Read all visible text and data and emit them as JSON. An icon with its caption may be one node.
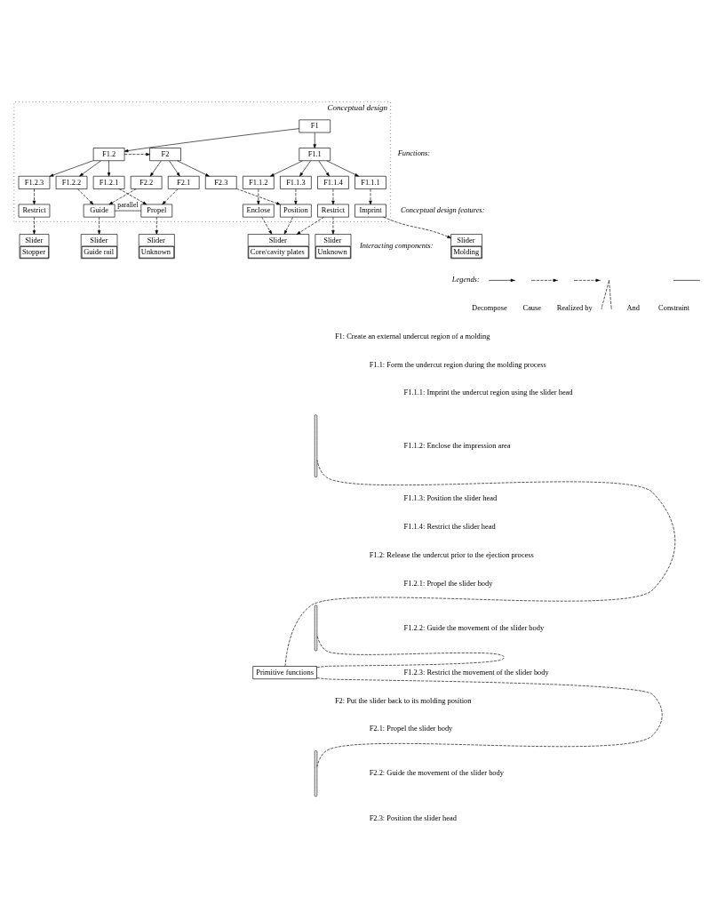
{
  "diagram": {
    "nodes": [
      {
        "text": [
          "Conceptual design"
        ]
      },
      {
        "text": [
          "F1"
        ],
        "in": 0
      },
      {
        "text": [
          "F1.1"
        ],
        "in": 0
      },
      {
        "text": [
          "F1.2"
        ],
        "in": 0
      },
      {
        "text": [
          "F2"
        ],
        "in": 0
      },
      {
        "text": [
          "F1.1.1"
        ],
        "in": 0
      },
      {
        "text": [
          "F1.1.2"
        ],
        "in": 0
      },
      {
        "text": [
          "F1.1.3"
        ],
        "in": 0
      },
      {
        "text": [
          "F1.1.4"
        ],
        "in": 0
      },
      {
        "text": [
          "F1.2.1"
        ],
        "in": 0
      },
      {
        "text": [
          "F1.2.2"
        ],
        "in": 0
      },
      {
        "text": [
          "F1.2.3"
        ],
        "in": 0
      },
      {
        "text": [
          "F2.1"
        ],
        "in": 0
      },
      {
        "text": [
          "F2.2"
        ],
        "in": 0
      },
      {
        "text": [
          "F2.3"
        ],
        "in": 0
      },
      {
        "text": [
          "Imprint"
        ],
        "in": 0
      },
      {
        "text": [
          "Enclose"
        ],
        "in": 0
      },
      {
        "text": [
          "Position"
        ],
        "in": 0
      },
      {
        "text": [
          "Restrict"
        ],
        "in": 0
      },
      {
        "text": [
          "Propel"
        ],
        "in": 0
      },
      {
        "text": [
          "Guide"
        ],
        "in": 0
      },
      {
        "text": [
          "Restrict"
        ],
        "in": 0
      },
      {
        "text": [
          "Slider",
          "Molding"
        ]
      },
      {
        "text": [
          "Slider",
          "Core/cavity plates"
        ]
      },
      {
        "text": [
          "Slider",
          "Unknown"
        ]
      },
      {
        "text": [
          "Slider",
          "Unknown"
        ]
      },
      {
        "text": [
          "Slider",
          "Guide rail"
        ]
      },
      {
        "text": [
          "Slider",
          "Stopper"
        ]
      },
      {
        "text": [
          "Primitive functions"
        ]
      },
      {
        "text": [],
        "shape": "bracket"
      },
      {
        "text": [],
        "shape": "bracket"
      },
      {
        "text": [],
        "shape": "bracket"
      }
    ],
    "edges": [
      {
        "from": 1,
        "to": 2,
        "arrow": "to"
      },
      {
        "from": 1,
        "to": 3,
        "arrow": "to"
      },
      {
        "from": 3,
        "to": 4,
        "arrow": "to",
        "style": "dashed"
      },
      {
        "from": 2,
        "to": 5,
        "arrow": "to"
      },
      {
        "from": 2,
        "to": 6,
        "arrow": "to"
      },
      {
        "from": 2,
        "to": 7,
        "arrow": "to"
      },
      {
        "from": 2,
        "to": 8,
        "arrow": "to"
      },
      {
        "from": 3,
        "to": 9,
        "arrow": "to"
      },
      {
        "from": 3,
        "to": 10,
        "arrow": "to"
      },
      {
        "from": 3,
        "to": 11,
        "arrow": "to"
      },
      {
        "from": 4,
        "to": 12,
        "arrow": "to"
      },
      {
        "from": 4,
        "to": 13,
        "arrow": "to"
      },
      {
        "from": 4,
        "to": 14,
        "arrow": "to"
      },
      {
        "from": 5,
        "to": 15,
        "arrow": "to",
        "style": "dashed"
      },
      {
        "from": 6,
        "to": 16,
        "arrow": "to",
        "style": "dashed"
      },
      {
        "from": 7,
        "to": 17,
        "arrow": "to",
        "style": "dashed"
      },
      {
        "from": 8,
        "to": 18,
        "arrow": "to",
        "style": "dashed"
      },
      {
        "from": 9,
        "to": 19,
        "arrow": "to",
        "style": "dashed"
      },
      {
        "from": 10,
        "to": 20,
        "arrow": "to",
        "style": "dashed"
      },
      {
        "from": 11,
        "to": 21,
        "arrow": "to",
        "style": "dashed"
      },
      {
        "from": 12,
        "to": 19,
        "arrow": "to",
        "style": "dashed"
      },
      {
        "from": 13,
        "to": 20,
        "arrow": "to",
        "style": "dashed"
      },
      {
        "from": 14,
        "to": 17,
        "arrow": "to",
        "style": "dashed"
      },
      {
        "from": 19,
        "to": 20,
        "arrow": "none",
        "label": "parallel"
      },
      {
        "from": 15,
        "to": 22,
        "arrow": "to",
        "style": "dashed"
      },
      {
        "from": 16,
        "to": 23,
        "arrow": "to",
        "style": "dashed"
      },
      {
        "from": 17,
        "to": 23,
        "arrow": "to",
        "style": "dashed"
      },
      {
        "from": 18,
        "to": 23,
        "arrow": "to",
        "style": "dashed"
      },
      {
        "from": 18,
        "to": 24,
        "arrow": "to",
        "style": "dashed"
      },
      {
        "from": 19,
        "to": 25,
        "arrow": "to",
        "style": "dashed"
      },
      {
        "from": 20,
        "to": 26,
        "arrow": "to",
        "style": "dashed"
      },
      {
        "from": 21,
        "to": 27,
        "arrow": "to",
        "style": "dashed"
      },
      {
        "from": 28,
        "to": 29,
        "arrow": "none",
        "style": "dashed"
      },
      {
        "from": 28,
        "to": 30,
        "arrow": "none",
        "style": "dashed"
      },
      {
        "from": 28,
        "to": 31,
        "arrow": "none",
        "style": "dashed"
      }
    ],
    "labels": [
      "Functions:",
      "Conceptual design features:",
      "Interacting components:",
      "Legends:",
      "F1: Create an external undercut region of a molding",
      "F1.1: Form the undercut region during the molding process",
      "F1.1.1: Imprint the undercut region using the slider head",
      "F1.1.2: Enclose the impression area",
      "F1.1.3: Position the slider head",
      "F1.1.4: Restrict the slider head",
      "F1.2: Release the undercut prior to the ejection process",
      "F1.2.1: Propel the slider body",
      "F1.2.2: Guide the movement of the slider body",
      "F1.2.3: Restrict the movement of the slider body",
      "F2: Put the slider back to its molding position",
      "F2.1: Propel the slider body",
      "F2.2: Guide the movement of the slider body",
      "F2.3: Position the slider head"
    ],
    "legend": [
      {
        "text": "Decompose"
      },
      {
        "text": "Cause"
      },
      {
        "text": "Realized by"
      },
      {
        "text": "And"
      },
      {
        "text": "Constraint"
      }
    ]
  }
}
